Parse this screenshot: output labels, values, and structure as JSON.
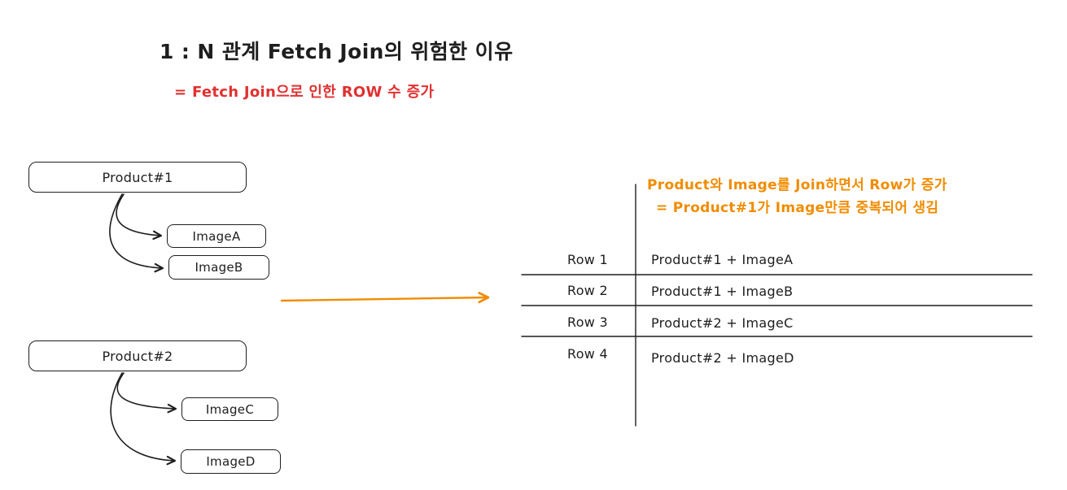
{
  "title": "1 : N 관계 Fetch Join의 위험한 이유",
  "subtitle": "= Fetch Join으로 인한 ROW 수 증가",
  "colors": {
    "ink": "#1e1e1e",
    "red": "#e03131",
    "orange": "#f08c00"
  },
  "left_diagram": {
    "products": [
      {
        "label": "Product#1",
        "images": [
          {
            "label": "ImageA"
          },
          {
            "label": "ImageB"
          }
        ]
      },
      {
        "label": "Product#2",
        "images": [
          {
            "label": "ImageC"
          },
          {
            "label": "ImageD"
          }
        ]
      }
    ]
  },
  "annotation": {
    "line1": "Product와 Image를 Join하면서 Row가 증가",
    "line2": "= Product#1가 Image만큼 중복되어 생김"
  },
  "result_table": {
    "rows": [
      {
        "label": "Row 1",
        "value": "Product#1 + ImageA"
      },
      {
        "label": "Row 2",
        "value": "Product#1 + ImageB"
      },
      {
        "label": "Row 3",
        "value": "Product#2 + ImageC"
      },
      {
        "label": "Row 4",
        "value": "Product#2 + ImageD"
      }
    ]
  }
}
